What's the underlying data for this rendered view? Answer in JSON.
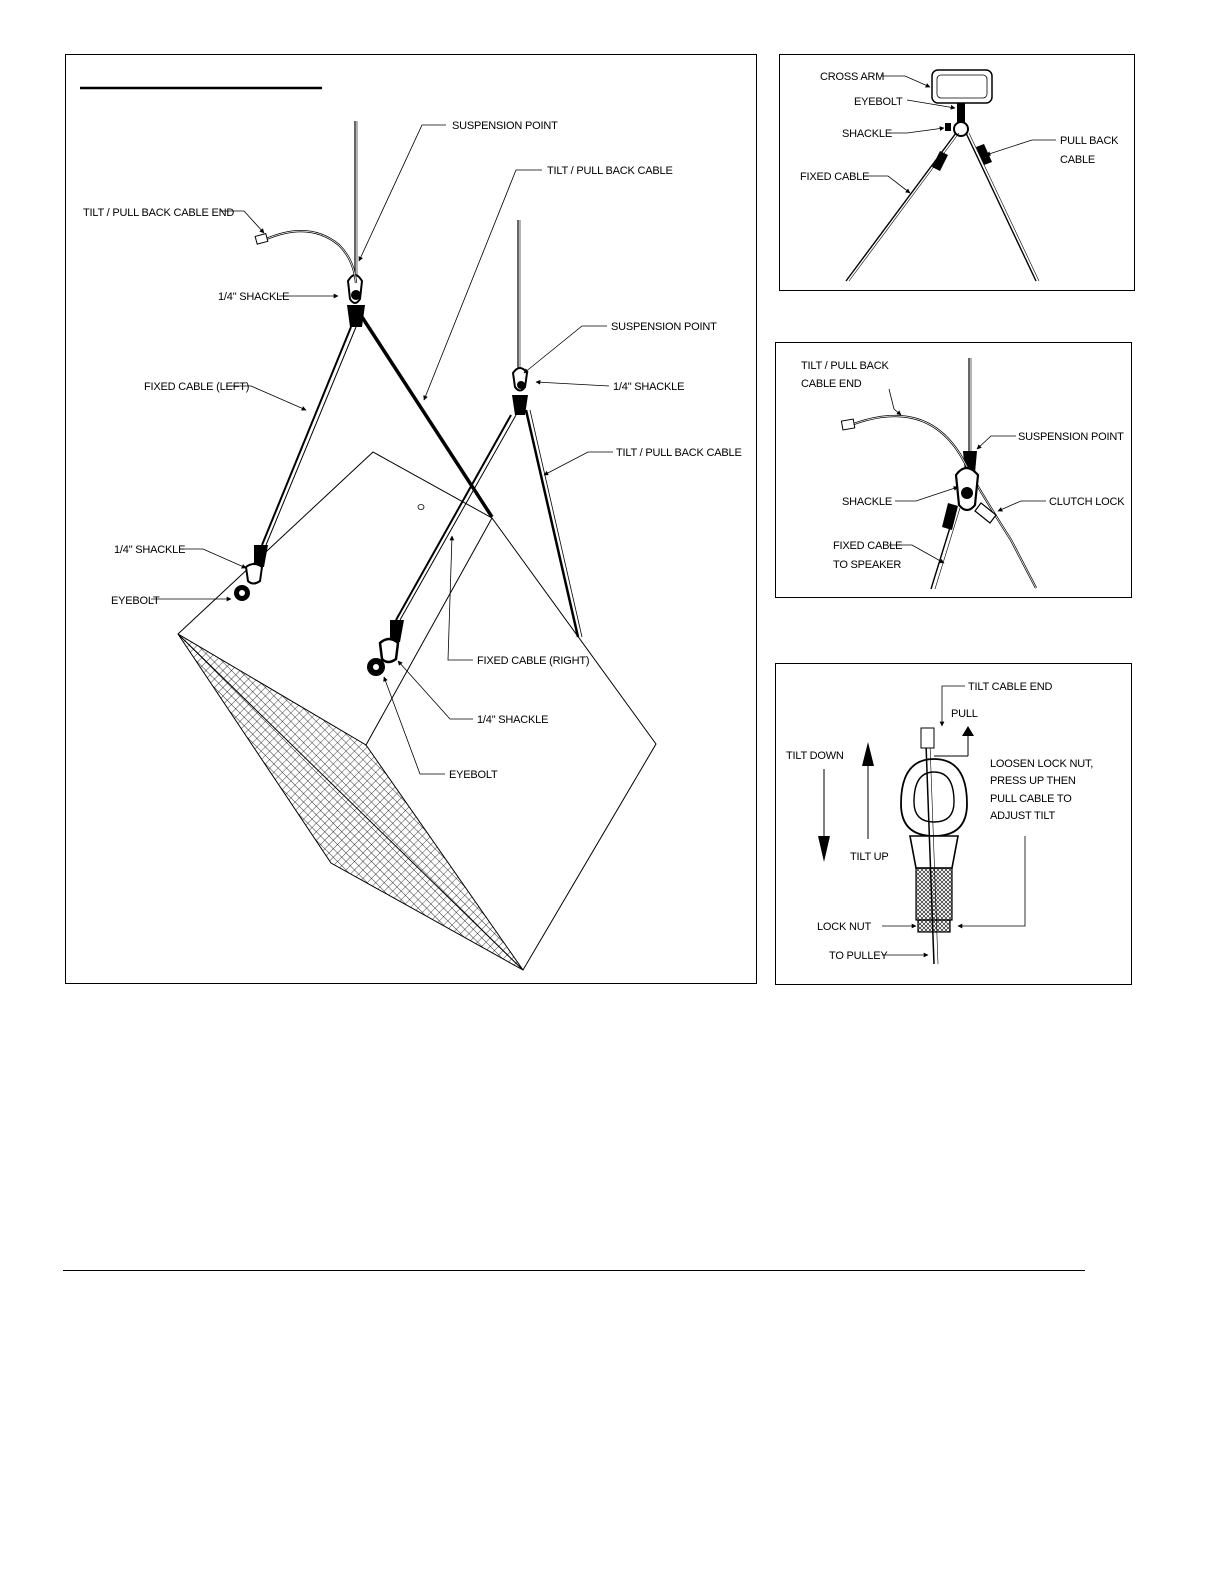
{
  "main": {
    "title": "",
    "labels": {
      "suspension_point_left": "SUSPENSION POINT",
      "tilt_pull_back_cable_top": "TILT / PULL BACK CABLE",
      "tilt_pull_back_cable_end": "TILT / PULL BACK CABLE END",
      "shackle_top_left": "1/4\" SHACKLE",
      "suspension_point_right": "SUSPENSION POINT",
      "shackle_top_right": "1/4\" SHACKLE",
      "fixed_cable_left": "FIXED CABLE (LEFT)",
      "tilt_pull_back_cable_right": "TILT / PULL BACK CABLE",
      "shackle_bottom_left": "1/4\" SHACKLE",
      "eyebolt_left": "EYEBOLT",
      "fixed_cable_right": "FIXED CABLE (RIGHT)",
      "shackle_bottom_right": "1/4\" SHACKLE",
      "eyebolt_right": "EYEBOLT"
    }
  },
  "cross_arm_detail": {
    "labels": {
      "cross_arm": "CROSS ARM",
      "eyebolt": "EYEBOLT",
      "shackle": "SHACKLE",
      "fixed_cable": "FIXED CABLE",
      "pull_back_cable_1": "PULL BACK",
      "pull_back_cable_2": "CABLE"
    }
  },
  "suspension_detail": {
    "labels": {
      "tilt_end_1": "TILT / PULL BACK",
      "tilt_end_2": "CABLE END",
      "suspension_point": "SUSPENSION POINT",
      "shackle": "SHACKLE",
      "clutch_lock": "CLUTCH LOCK",
      "fixed_cable_1": "FIXED CABLE",
      "fixed_cable_2": "TO SPEAKER"
    }
  },
  "tilt_detail": {
    "labels": {
      "tilt_cable_end": "TILT CABLE END",
      "pull": "PULL",
      "tilt_down": "TILT DOWN",
      "tilt_up": "TILT UP",
      "instruction_1": "LOOSEN LOCK NUT,",
      "instruction_2": "PRESS UP THEN",
      "instruction_3": "PULL CABLE TO",
      "instruction_4": "ADJUST TILT",
      "lock_nut": "LOCK NUT",
      "to_pulley": "TO PULLEY"
    }
  }
}
